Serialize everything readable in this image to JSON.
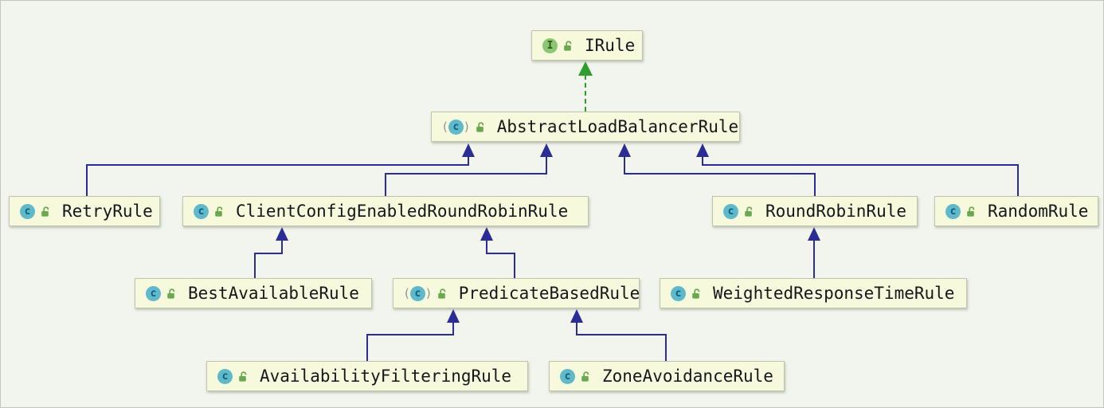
{
  "diagram": {
    "nodes": [
      {
        "id": "irule",
        "label": "IRule",
        "kind": "interface",
        "badge_icon": "interface-icon",
        "modifier_icon": "unlocked-padlock-icon"
      },
      {
        "id": "abstract-load-balancer-rule",
        "label": "AbstractLoadBalancerRule",
        "kind": "abstract-class",
        "badge_icon": "abstract-class-icon",
        "modifier_icon": "unlocked-padlock-icon"
      },
      {
        "id": "retry-rule",
        "label": "RetryRule",
        "kind": "class",
        "badge_icon": "class-icon",
        "modifier_icon": "unlocked-padlock-icon"
      },
      {
        "id": "client-config-enabled-round-robin-rule",
        "label": "ClientConfigEnabledRoundRobinRule",
        "kind": "class",
        "badge_icon": "class-icon",
        "modifier_icon": "unlocked-padlock-icon"
      },
      {
        "id": "round-robin-rule",
        "label": "RoundRobinRule",
        "kind": "class",
        "badge_icon": "class-icon",
        "modifier_icon": "unlocked-padlock-icon"
      },
      {
        "id": "random-rule",
        "label": "RandomRule",
        "kind": "class",
        "badge_icon": "class-icon",
        "modifier_icon": "unlocked-padlock-icon"
      },
      {
        "id": "best-available-rule",
        "label": "BestAvailableRule",
        "kind": "class",
        "badge_icon": "class-icon",
        "modifier_icon": "unlocked-padlock-icon"
      },
      {
        "id": "predicate-based-rule",
        "label": "PredicateBasedRule",
        "kind": "abstract-class",
        "badge_icon": "abstract-class-icon",
        "modifier_icon": "unlocked-padlock-icon"
      },
      {
        "id": "weighted-response-time-rule",
        "label": "WeightedResponseTimeRule",
        "kind": "class",
        "badge_icon": "class-icon",
        "modifier_icon": "unlocked-padlock-icon"
      },
      {
        "id": "availability-filtering-rule",
        "label": "AvailabilityFilteringRule",
        "kind": "class",
        "badge_icon": "class-icon",
        "modifier_icon": "unlocked-padlock-icon"
      },
      {
        "id": "zone-avoidance-rule",
        "label": "ZoneAvoidanceRule",
        "kind": "class",
        "badge_icon": "class-icon",
        "modifier_icon": "unlocked-padlock-icon"
      }
    ],
    "badges": {
      "class_letter": "c",
      "interface_letter": "I",
      "abstract_paren_open": "(",
      "abstract_paren_close": ")"
    },
    "edges": [
      {
        "from": "abstract-load-balancer-rule",
        "to": "irule",
        "type": "implements"
      },
      {
        "from": "retry-rule",
        "to": "abstract-load-balancer-rule",
        "type": "extends"
      },
      {
        "from": "client-config-enabled-round-robin-rule",
        "to": "abstract-load-balancer-rule",
        "type": "extends"
      },
      {
        "from": "round-robin-rule",
        "to": "abstract-load-balancer-rule",
        "type": "extends"
      },
      {
        "from": "random-rule",
        "to": "abstract-load-balancer-rule",
        "type": "extends"
      },
      {
        "from": "best-available-rule",
        "to": "client-config-enabled-round-robin-rule",
        "type": "extends"
      },
      {
        "from": "predicate-based-rule",
        "to": "client-config-enabled-round-robin-rule",
        "type": "extends"
      },
      {
        "from": "weighted-response-time-rule",
        "to": "round-robin-rule",
        "type": "extends"
      },
      {
        "from": "availability-filtering-rule",
        "to": "predicate-based-rule",
        "type": "extends"
      },
      {
        "from": "zone-avoidance-rule",
        "to": "predicate-based-rule",
        "type": "extends"
      }
    ],
    "colors": {
      "canvas_background": "#f1f5ed",
      "node_fill": "#f7f9dc",
      "node_border": "#c3c3ad",
      "node_text": "#15181b",
      "extends_edge": "#2c2c96",
      "implements_edge": "#2f9e2f",
      "class_badge": "#5fb9ca",
      "interface_badge": "#8cc674",
      "padlock": "#6aa84f"
    }
  }
}
